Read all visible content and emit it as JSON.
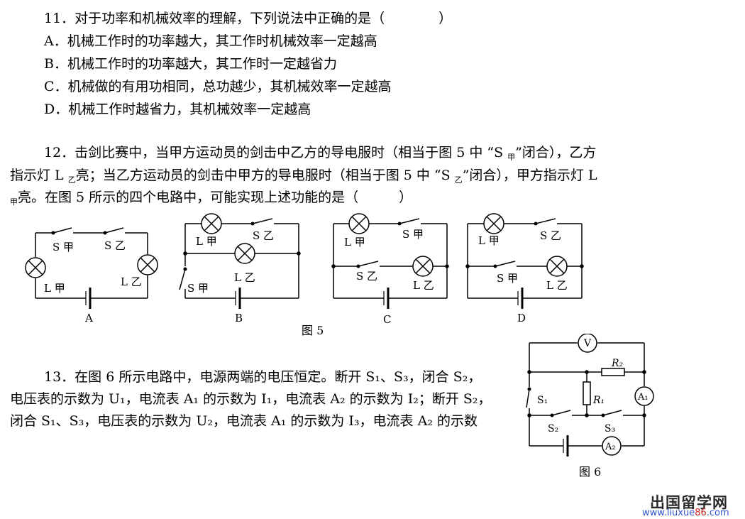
{
  "q11": {
    "stem": "11．对于功率和机械效率的理解，下列说法中正确的是（　　　　）",
    "options": [
      "A．机械工作时的功率越大，其工作时机械效率一定越高",
      "B．机械工作时的功率越大，其工作时一定越省力",
      "C．机械做的有用功相同，总功越少，其机械效率一定越高",
      "D．机械工作时越省力，其机械效率一定越高"
    ]
  },
  "q12": {
    "line1": [
      "12．击剑比赛中，当甲方运动员的剑击中乙方的导电服时（相当于图 5 中 “S ",
      "甲",
      "”闭合），乙方"
    ],
    "line2": [
      "指示灯 L ",
      "乙",
      "亮；当乙方运动员的剑击中甲方的导电服时（相当于图 5 中 “S ",
      "乙",
      "”闭合），甲方指示灯 L"
    ],
    "line3": [
      "甲",
      "亮。在图 5 所示的四个电路中，可能实现上述功能的是（　　　）"
    ],
    "circuit_labels": [
      "A",
      "B",
      "C",
      "D"
    ],
    "figure_caption": "图 5",
    "component_labels": {
      "s_jia": "S 甲",
      "s_yi": "S 乙",
      "l_jia": "L 甲",
      "l_yi": "L 乙"
    }
  },
  "q13": {
    "line1": "13．在图 6 所示电路中，电源两端的电压恒定。断开 S₁、S₃，闭合 S₂，",
    "line2": "电压表的示数为 U₁，电流表 A₁ 的示数为 I₁，电流表 A₂ 的示数为 I₂；断开 S₂，",
    "line3": "闭合 S₁、S₃，电压表的示数为 U₂，电流表 A₁ 的示数为 I₃，电流表 A₂ 的示数",
    "figure_caption": "图 6",
    "labels": {
      "v": "V",
      "r1": "R₁",
      "r2": "R₂",
      "a1": "A₁",
      "a2": "A₂",
      "s1": "S₁",
      "s2": "S₂",
      "s3": "S₃"
    }
  },
  "watermark": {
    "site": "出国留学网",
    "url_prefix": "www.liuxue",
    "url_num": "86",
    "url_suffix": ".com"
  }
}
